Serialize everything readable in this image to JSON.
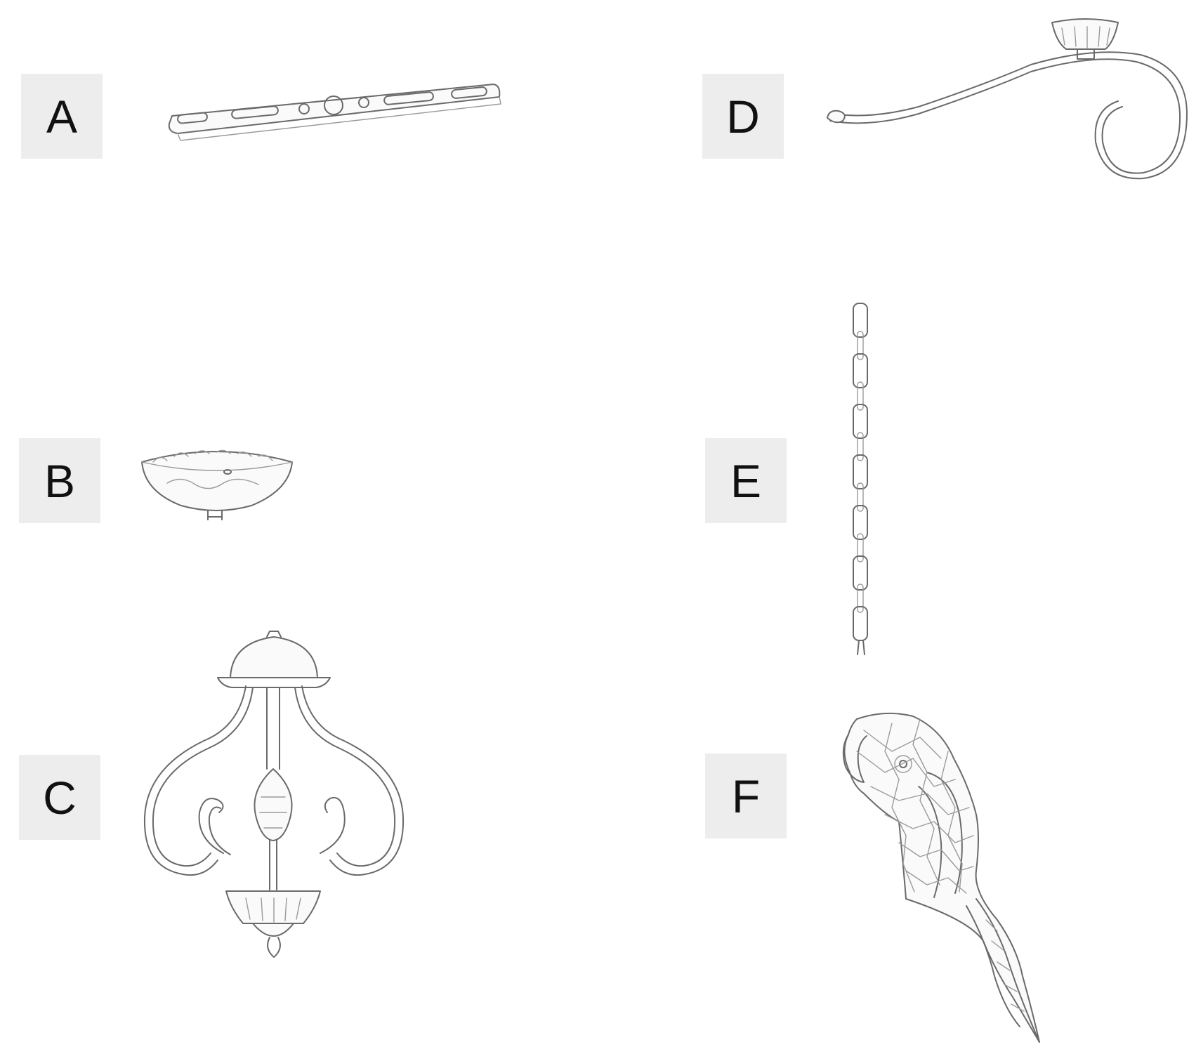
{
  "labels": {
    "a": "A",
    "b": "B",
    "c": "C",
    "d": "D",
    "e": "E",
    "f": "F"
  },
  "parts": {
    "a": "mounting-bar",
    "b": "ceiling-canopy",
    "c": "chandelier-arm-frame",
    "d": "curved-hanging-arm",
    "e": "chain",
    "f": "parrot-figure"
  },
  "colors": {
    "label_background": "#ededed",
    "label_text": "#111111",
    "sketch_stroke": "#6a6a6a"
  }
}
